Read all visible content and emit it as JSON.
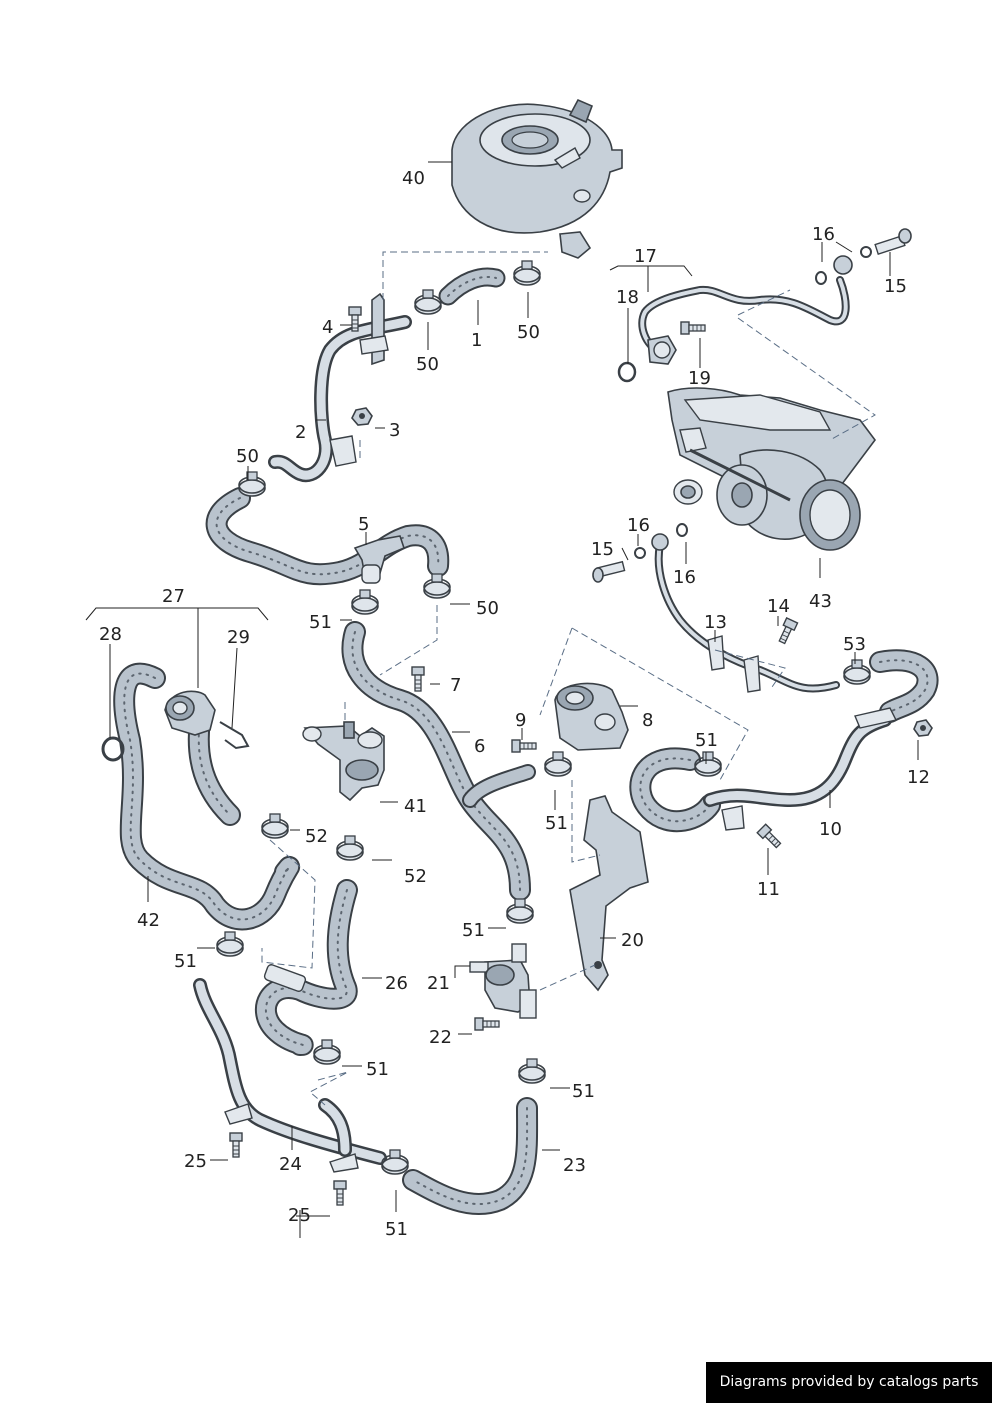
{
  "labels": {
    "l1": "1",
    "l2": "2",
    "l3": "3",
    "l4": "4",
    "l5": "5",
    "l6": "6",
    "l7": "7",
    "l8": "8",
    "l9": "9",
    "l10": "10",
    "l11": "11",
    "l12": "12",
    "l13": "13",
    "l14": "14",
    "l15a": "15",
    "l15b": "15",
    "l16a": "16",
    "l16b": "16",
    "l16c": "16",
    "l17": "17",
    "l18": "18",
    "l19": "19",
    "l20": "20",
    "l21": "21",
    "l22": "22",
    "l23": "23",
    "l24": "24",
    "l25a": "25",
    "l25b": "25",
    "l26": "26",
    "l27": "27",
    "l28": "28",
    "l29": "29",
    "l40": "40",
    "l41": "41",
    "l42": "42",
    "l43": "43",
    "l50a": "50",
    "l50b": "50",
    "l50c": "50",
    "l50d": "50",
    "l51a": "51",
    "l51b": "51",
    "l51c": "51",
    "l51d": "51",
    "l51e": "51",
    "l51f": "51",
    "l51g": "51",
    "l51h": "51",
    "l52a": "52",
    "l52b": "52",
    "l53": "53"
  },
  "credit": "Diagrams provided by catalogs parts"
}
